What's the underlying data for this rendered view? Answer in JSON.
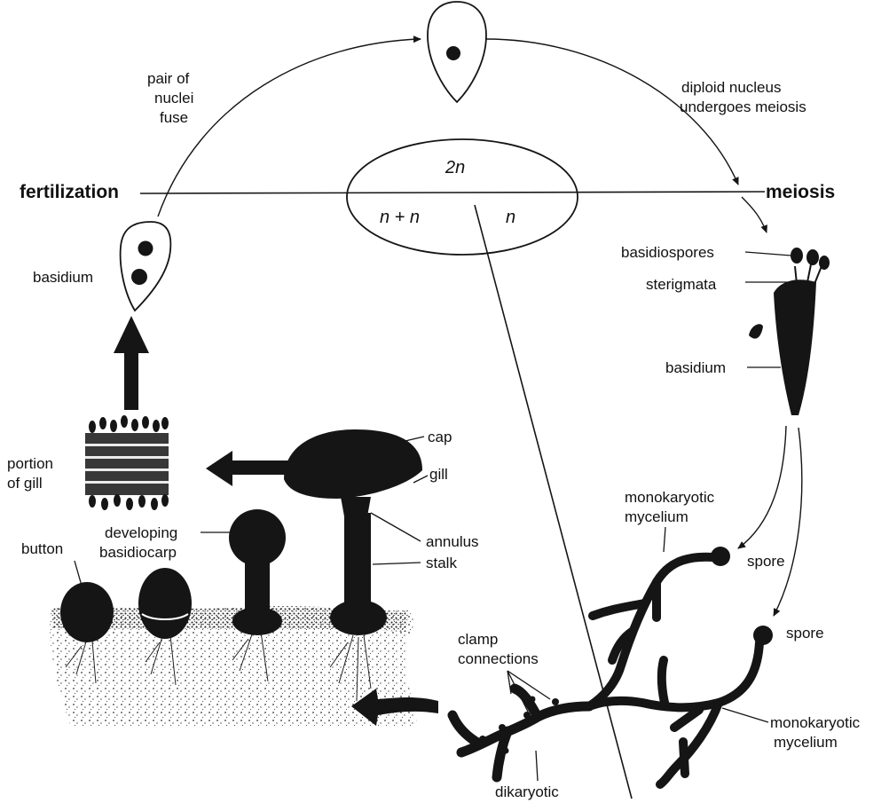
{
  "phases": {
    "left": "fertilization",
    "right": "meiosis",
    "diploid": "2n",
    "dikaryon": "n + n",
    "haploid": "n"
  },
  "captions": {
    "fuse_line1": "pair of",
    "fuse_line2": "nuclei",
    "fuse_line3": "fuse",
    "meiosis_line1": "diploid nucleus",
    "meiosis_line2": "undergoes meiosis"
  },
  "labels": {
    "basidium_left": "basidium",
    "basidiospores": "basidiospores",
    "sterigmata": "sterigmata",
    "basidium_right": "basidium",
    "portion_line1": "portion",
    "portion_line2": "of gill",
    "cap": "cap",
    "gill": "gill",
    "annulus": "annulus",
    "stalk": "stalk",
    "button": "button",
    "developing_line1": "developing",
    "developing_line2": "basidiocarp",
    "mono_top_line1": "monokaryotic",
    "mono_top_line2": "mycelium",
    "spore1": "spore",
    "spore2": "spore",
    "clamp_line1": "clamp",
    "clamp_line2": "connections",
    "mono_bottom_line1": "monokaryotic",
    "mono_bottom_line2": "mycelium",
    "dikaryotic": "dikaryotic"
  }
}
